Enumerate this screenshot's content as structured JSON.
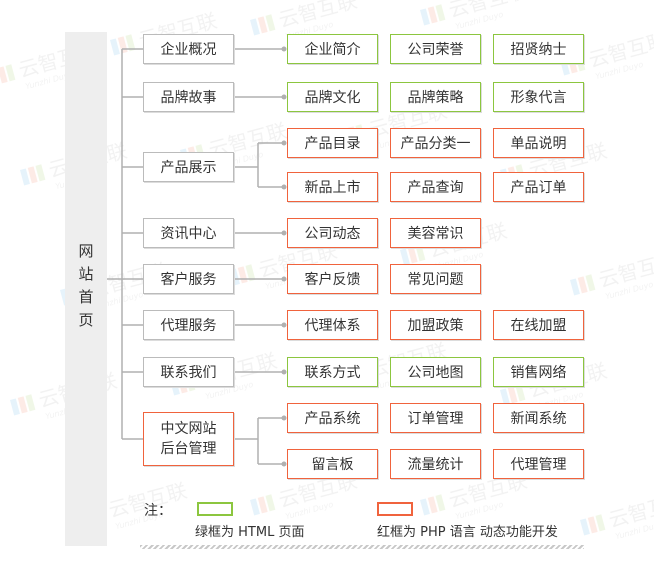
{
  "colors": {
    "html_border": "#8cc63f",
    "php_border": "#f0633d",
    "neutral_border": "#bbbbbb",
    "root_bg": "#eeeeee",
    "line": "#b0b0b0"
  },
  "root": {
    "label": "网站首页"
  },
  "categories": [
    {
      "label": "企业概况",
      "children": [
        {
          "label": "企业简介",
          "type": "html"
        },
        {
          "label": "公司荣誉",
          "type": "html"
        },
        {
          "label": "招贤纳士",
          "type": "html"
        }
      ]
    },
    {
      "label": "品牌故事",
      "children": [
        {
          "label": "品牌文化",
          "type": "html"
        },
        {
          "label": "品牌策略",
          "type": "html"
        },
        {
          "label": "形象代言",
          "type": "html"
        }
      ]
    },
    {
      "label": "产品展示",
      "children": [
        {
          "label": "产品目录",
          "type": "php"
        },
        {
          "label": "产品分类一",
          "type": "php"
        },
        {
          "label": "单品说明",
          "type": "php"
        },
        {
          "label": "新品上市",
          "type": "php"
        },
        {
          "label": "产品查询",
          "type": "php"
        },
        {
          "label": "产品订单",
          "type": "php"
        }
      ]
    },
    {
      "label": "资讯中心",
      "children": [
        {
          "label": "公司动态",
          "type": "php"
        },
        {
          "label": "美容常识",
          "type": "php"
        }
      ]
    },
    {
      "label": "客户服务",
      "children": [
        {
          "label": "客户反馈",
          "type": "php"
        },
        {
          "label": "常见问题",
          "type": "php"
        }
      ]
    },
    {
      "label": "代理服务",
      "children": [
        {
          "label": "代理体系",
          "type": "php"
        },
        {
          "label": "加盟政策",
          "type": "php"
        },
        {
          "label": "在线加盟",
          "type": "php"
        }
      ]
    },
    {
      "label": "联系我们",
      "children": [
        {
          "label": "联系方式",
          "type": "html"
        },
        {
          "label": "公司地图",
          "type": "html"
        },
        {
          "label": "销售网络",
          "type": "html"
        }
      ]
    },
    {
      "label": "中文网站后台管理",
      "children": [
        {
          "label": "产品系统",
          "type": "php"
        },
        {
          "label": "订单管理",
          "type": "php"
        },
        {
          "label": "新闻系统",
          "type": "php"
        },
        {
          "label": "留言板",
          "type": "php"
        },
        {
          "label": "流量统计",
          "type": "php"
        },
        {
          "label": "代理管理",
          "type": "php"
        }
      ]
    }
  ],
  "legend": {
    "note": "注：",
    "html_text": "绿框为 HTML 页面",
    "php_text": "红框为 PHP 语言 动态功能开发"
  },
  "watermark": {
    "text": "云智互联",
    "subtext": "Yunzhi Duyo"
  }
}
